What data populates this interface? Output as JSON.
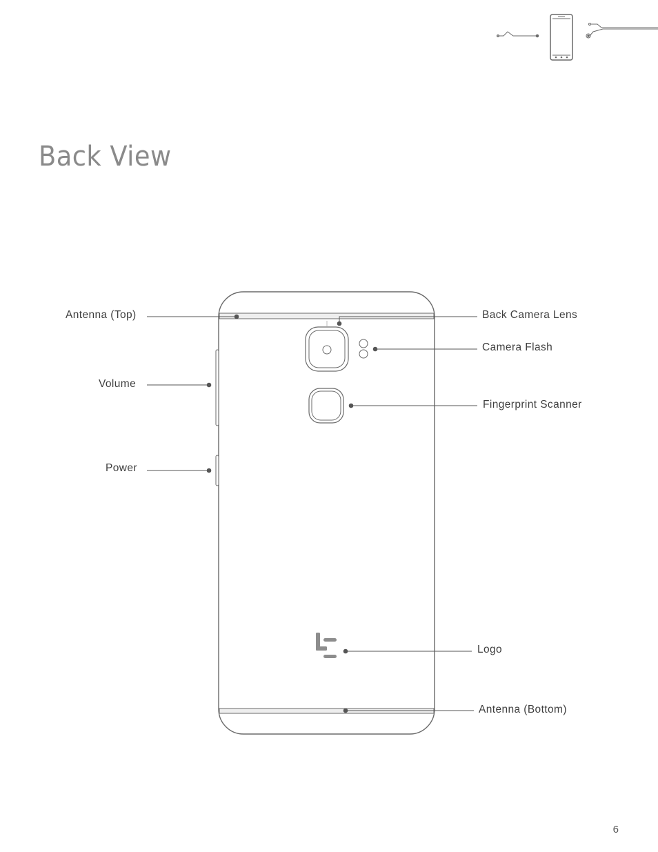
{
  "page": {
    "title": "Back View",
    "page_number": "6"
  },
  "callouts": {
    "antenna_top": "Antenna (Top)",
    "volume": "Volume",
    "power": "Power",
    "back_camera_lens": "Back Camera Lens",
    "camera_flash": "Camera Flash",
    "fingerprint_scanner": "Fingerprint Scanner",
    "logo": "Logo",
    "antenna_bottom": "Antenna (Bottom)"
  },
  "colors": {
    "line": "#555555",
    "phone_outline": "#6a6a6a",
    "antenna_band": "#e8e8e8",
    "logo": "#8d8d8d",
    "title": "#8a8a8a"
  },
  "icons": {
    "nav_graphic": "phone-back-icon",
    "logo": "le-logo-icon"
  }
}
